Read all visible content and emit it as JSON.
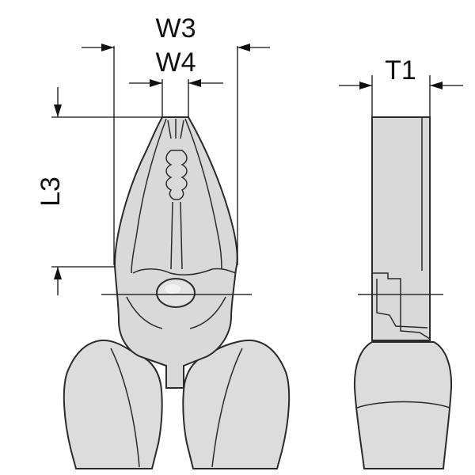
{
  "labels": {
    "w3": "W3",
    "w4": "W4",
    "l3": "L3",
    "t1": "T1"
  },
  "colors": {
    "outline": "#2b2b2b",
    "fill": "#d9d9d9",
    "background": "#ffffff"
  }
}
